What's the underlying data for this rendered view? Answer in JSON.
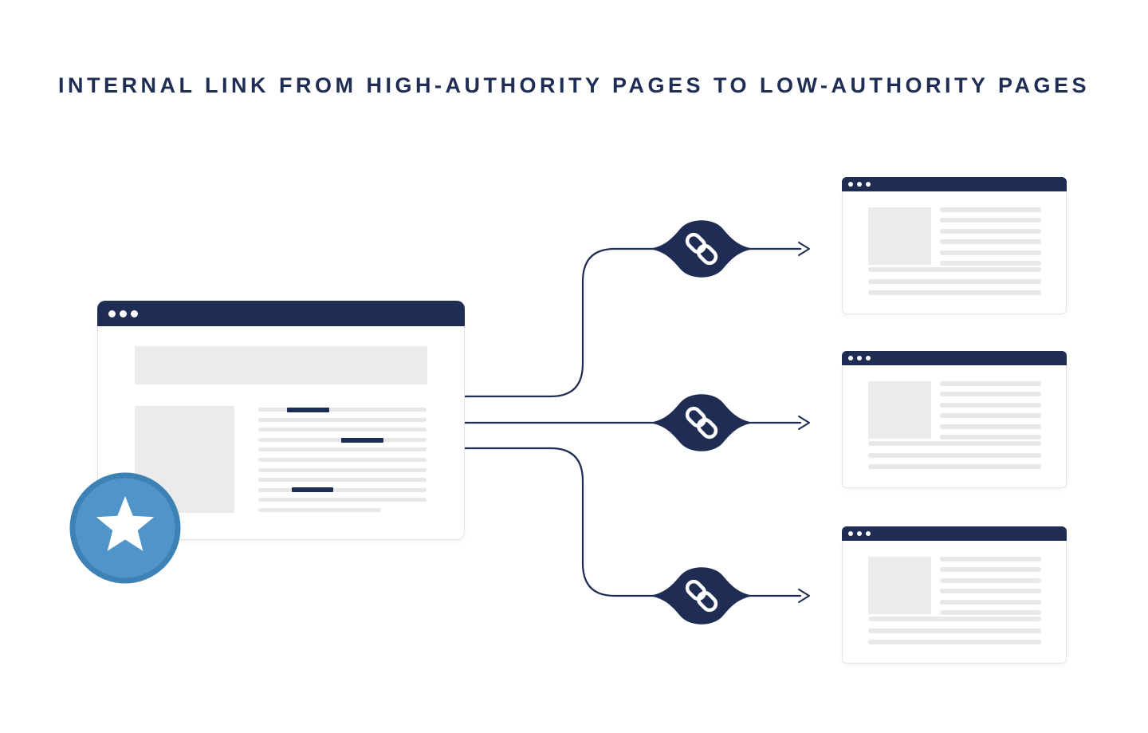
{
  "title": "INTERNAL LINK FROM HIGH-AUTHORITY PAGES TO LOW-AUTHORITY PAGES",
  "colors": {
    "navy": "#1f2d55",
    "badge-blue": "#4f95c9",
    "badge-blue-border": "#3d82b5",
    "block-gray": "#ebebeb",
    "line-gray": "#e8e8e8",
    "window-border": "#e5e5e5",
    "bg": "#ffffff"
  },
  "diagram": {
    "source_window": {
      "role": "high-authority page",
      "dot_count": 3,
      "text_line_count": 11,
      "highlighted_link_count": 3,
      "badge_icon": "star-icon"
    },
    "link_nodes": [
      {
        "icon": "chain-link-icon"
      },
      {
        "icon": "chain-link-icon"
      },
      {
        "icon": "chain-link-icon"
      }
    ],
    "target_windows": [
      {
        "role": "low-authority page",
        "dot_count": 3,
        "side_line_count": 6,
        "full_line_count": 3
      },
      {
        "role": "low-authority page",
        "dot_count": 3,
        "side_line_count": 6,
        "full_line_count": 3
      },
      {
        "role": "low-authority page",
        "dot_count": 3,
        "side_line_count": 6,
        "full_line_count": 3
      }
    ]
  }
}
